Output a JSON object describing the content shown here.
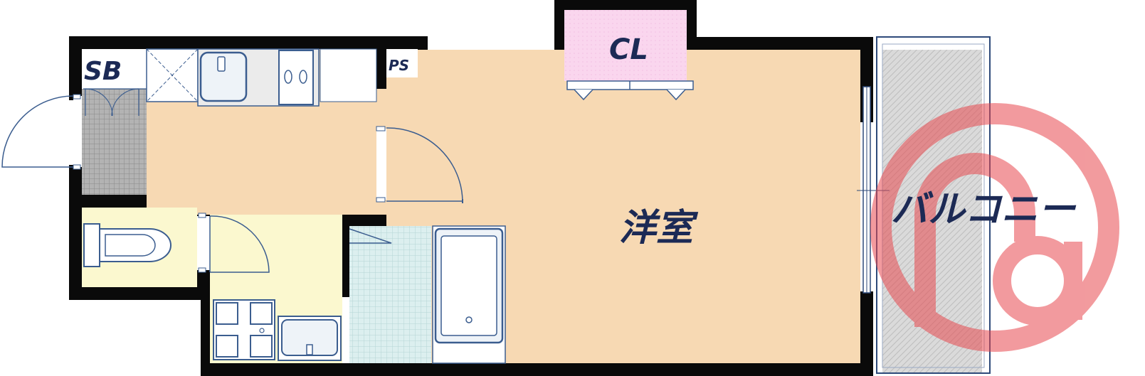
{
  "rooms": {
    "sb": "SB",
    "ps": "PS",
    "cl": "CL",
    "western_room": "洋室",
    "balcony": "バルコニー"
  },
  "watermark": {
    "depicts": "red circular logo mark",
    "color": "#e8494f"
  },
  "colors": {
    "wall": "#0a0a0a",
    "floor_main": "#f7d9b3",
    "floor_toilet": "#fbf8cf",
    "floor_closet": "#fbd9ef",
    "tile_entry": "#a6a6a6",
    "tile_bath": "#d6ecec",
    "balcony_floor": "#d8d8d8",
    "fixture_fill": "#eef3f8",
    "fixture_stroke": "#3b5d8f",
    "label": "#1c2a55"
  }
}
